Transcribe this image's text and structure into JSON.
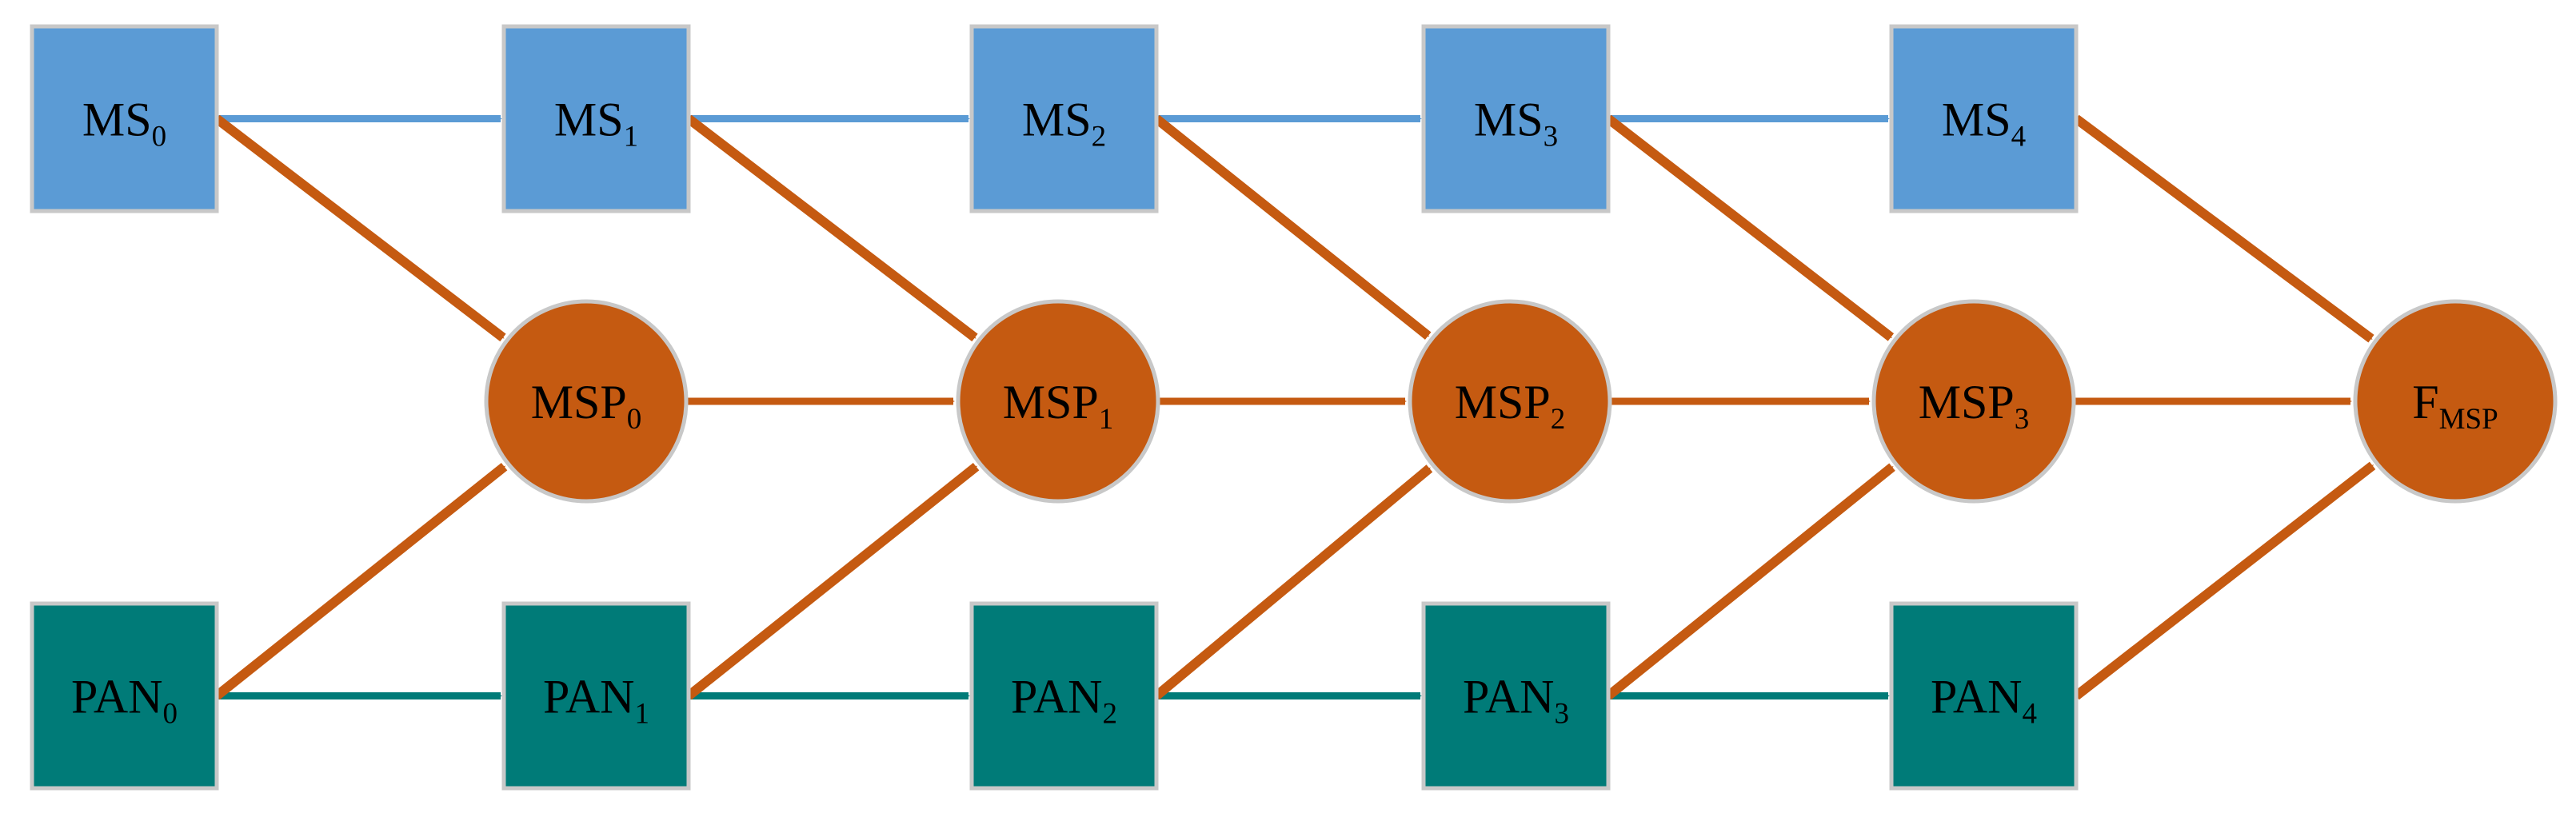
{
  "colors": {
    "ms": "#5b9bd5",
    "pan": "#007b78",
    "msp": "#c55a11",
    "node_border": "#c8c8c8",
    "text": "#000000"
  },
  "nodes": {
    "ms": [
      {
        "base": "MS",
        "sub": "0"
      },
      {
        "base": "MS",
        "sub": "1"
      },
      {
        "base": "MS",
        "sub": "2"
      },
      {
        "base": "MS",
        "sub": "3"
      },
      {
        "base": "MS",
        "sub": "4"
      }
    ],
    "msp": [
      {
        "base": "MSP",
        "sub": "0"
      },
      {
        "base": "MSP",
        "sub": "1"
      },
      {
        "base": "MSP",
        "sub": "2"
      },
      {
        "base": "MSP",
        "sub": "3"
      }
    ],
    "final": {
      "base": "F",
      "sub": "MSP"
    },
    "pan": [
      {
        "base": "PAN",
        "sub": "0"
      },
      {
        "base": "PAN",
        "sub": "1"
      },
      {
        "base": "PAN",
        "sub": "2"
      },
      {
        "base": "PAN",
        "sub": "3"
      },
      {
        "base": "PAN",
        "sub": "4"
      }
    ]
  }
}
